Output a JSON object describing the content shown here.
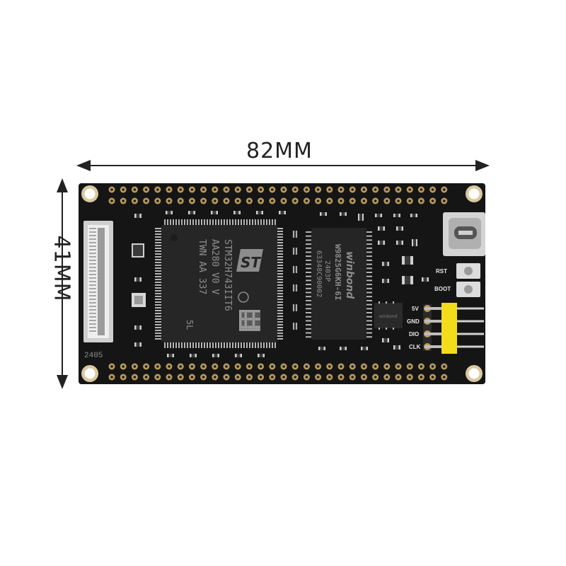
{
  "dimensions": {
    "width_label": "82MM",
    "height_label": "41MM"
  },
  "board": {
    "mcu": {
      "line1": "STM32H743IIT6",
      "line2": "AA280 V0 V",
      "line3": "TWN AA 337",
      "line4": "5L"
    },
    "sdram": {
      "brand": "winbond",
      "part": "W9825G6KH-6I",
      "code": "2403P",
      "lot": "63348C90002"
    },
    "small_chip": "winbond",
    "buttons": {
      "rst": "RST",
      "boot": "BOOT"
    },
    "pins": [
      "5V",
      "GND",
      "DIO",
      "CLK"
    ],
    "corner_mark": "2405",
    "colors": {
      "pcb": "#151515",
      "pad": "#b99a5a",
      "header": "#f2dc1b",
      "pin": "#c9c9c9"
    }
  }
}
